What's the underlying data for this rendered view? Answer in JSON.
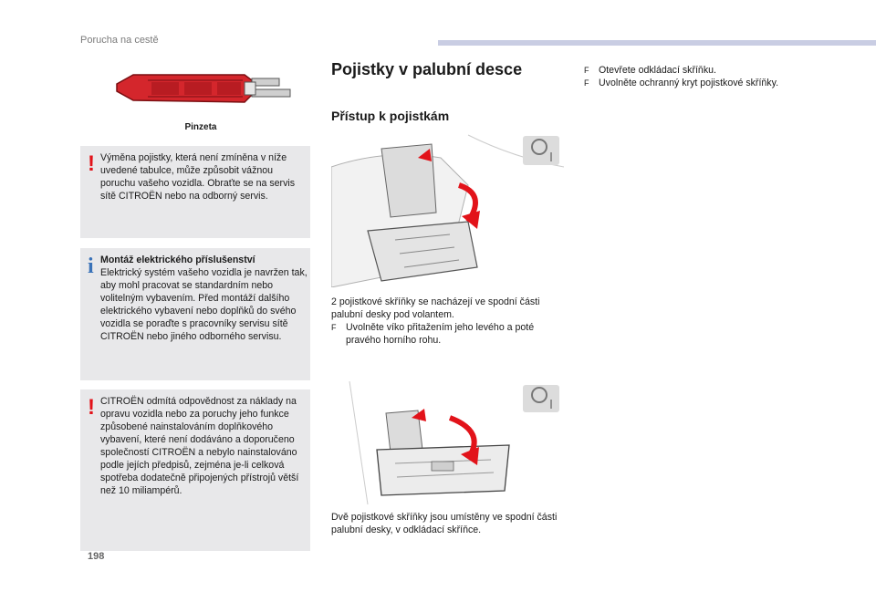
{
  "header": {
    "section": "Porucha na cestě"
  },
  "tweezers": {
    "caption": "Pinzeta"
  },
  "warning1": {
    "mark": "!",
    "text": "Výměna pojistky, která není zmíněna v níže uvedené tabulce, může způsobit vážnou poruchu vašeho vozidla. Obraťte se na servis sítě CITROËN nebo na odborný servis."
  },
  "info": {
    "mark": "i",
    "title": "Montáž elektrického příslušenství",
    "text": "Elektrický systém vašeho vozidla je navržen tak, aby mohl pracovat se standardním nebo volitelným vybavením. Před montáží dalšího elektrického vybavení nebo doplňků do svého vozidla se poraďte s pracovníky servisu sítě CITROËN nebo jiného odborného servisu."
  },
  "warning2": {
    "mark": "!",
    "text": "CITROËN odmítá odpovědnost za náklady na opravu vozidla nebo za poruchy jeho funkce způsobené nainstalováním doplňkového vybavení, které není dodáváno a doporučeno společností CITROËN a nebylo nainstalováno podle jejích předpisů, zejména je-li celková spotřeba dodatečně připojených přístrojů větší než 10 miliampérů."
  },
  "main": {
    "title": "Pojistky v palubní desce",
    "subtitle": "Přístup k pojistkám",
    "para1": "2 pojistkové skříňky se nacházejí ve spodní části palubní desky pod volantem.",
    "bullet1": "Uvolněte víko přitažením jeho levého a poté pravého horního rohu.",
    "para2": "Dvě pojistkové skříňky jsou umístěny ve spodní části palubní desky, v odkládací skříňce."
  },
  "right": {
    "bullets": [
      "Otevřete odkládací skříňku.",
      "Uvolněte ochranný kryt pojistkové skříňky."
    ]
  },
  "bullet_glyph": "F",
  "page_number": "198"
}
